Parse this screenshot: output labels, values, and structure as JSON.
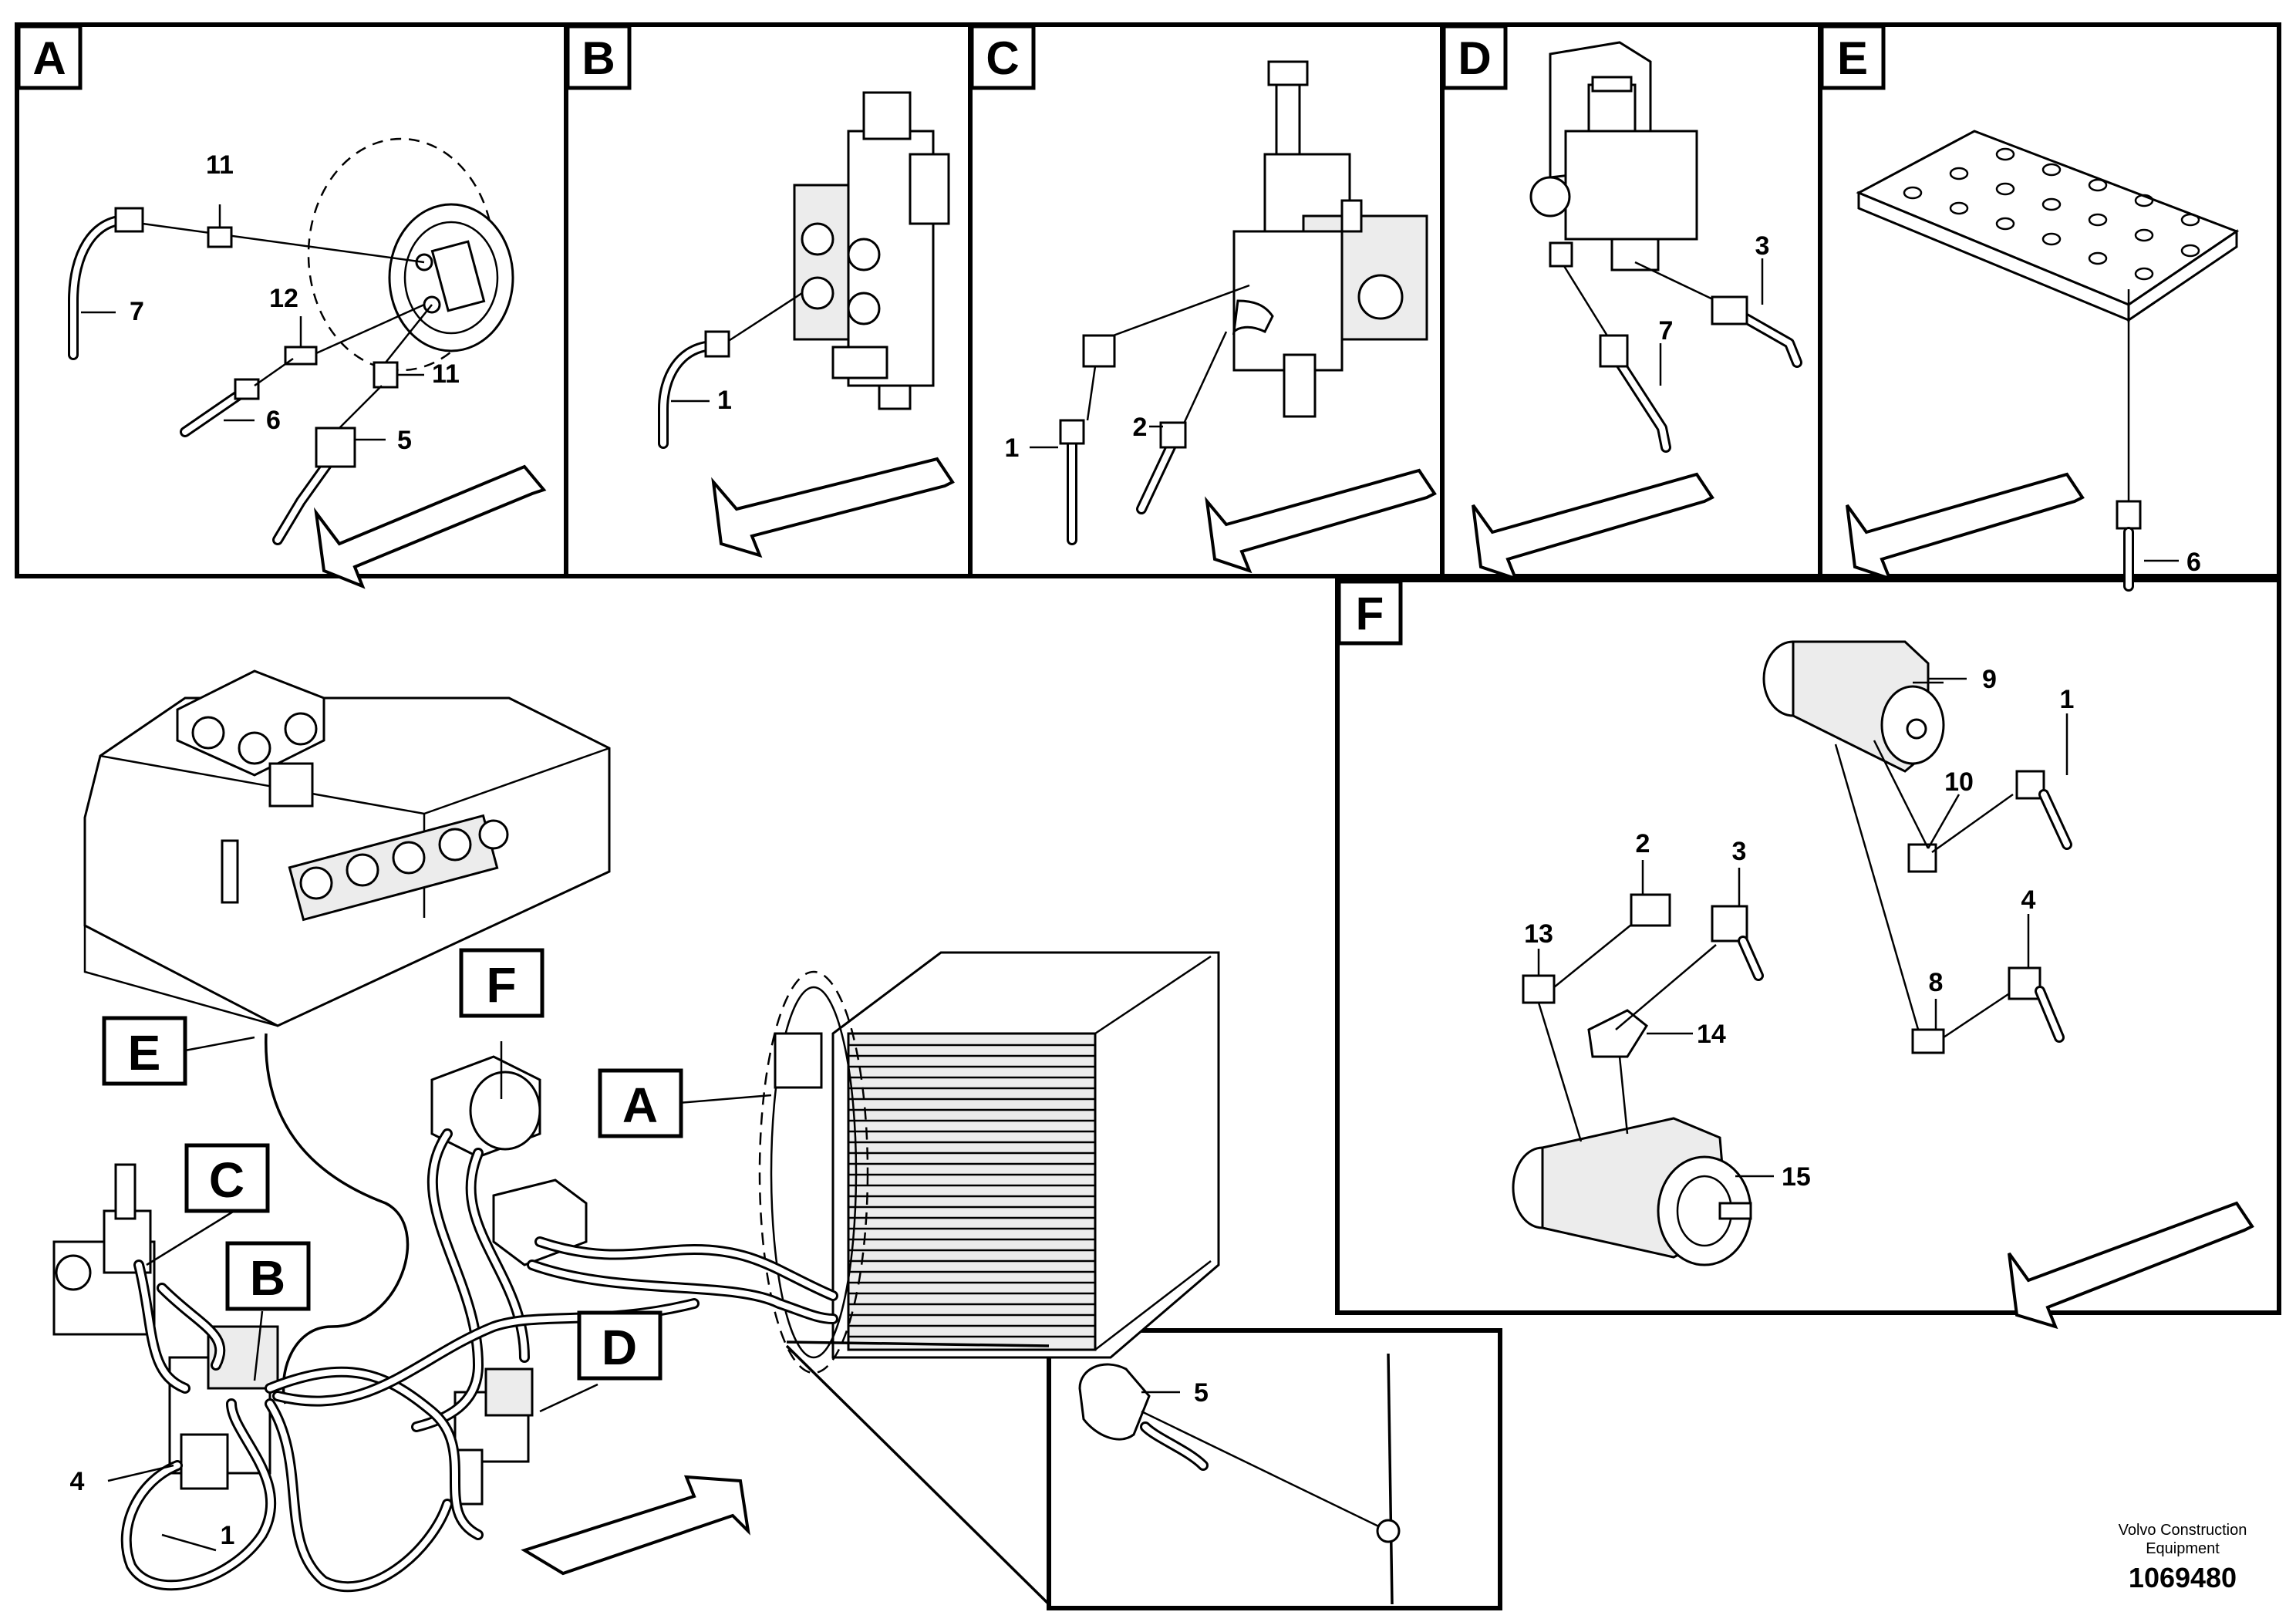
{
  "panels": [
    {
      "id": "A",
      "callouts": [
        "11",
        "7",
        "12",
        "11",
        "6",
        "5"
      ]
    },
    {
      "id": "B",
      "callouts": [
        "1"
      ]
    },
    {
      "id": "C",
      "callouts": [
        "1",
        "2"
      ]
    },
    {
      "id": "D",
      "callouts": [
        "3",
        "7"
      ]
    },
    {
      "id": "E",
      "callouts": [
        "6"
      ]
    },
    {
      "id": "F",
      "callouts": [
        "9",
        "1",
        "10",
        "2",
        "3",
        "13",
        "4",
        "8",
        "14",
        "15"
      ]
    }
  ],
  "overview": {
    "labels": [
      "E",
      "F",
      "A",
      "C",
      "B",
      "D"
    ],
    "callouts": [
      "4",
      "1"
    ]
  },
  "detail": {
    "callouts": [
      "5"
    ]
  },
  "footer": {
    "brand_line1": "Volvo Construction",
    "brand_line2": "Equipment",
    "doc_number": "1069480"
  }
}
